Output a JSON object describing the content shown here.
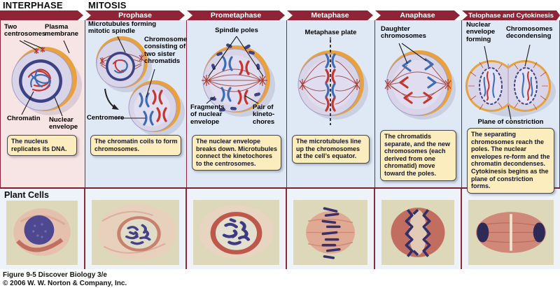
{
  "header": {
    "interphase_label": "INTERPHASE",
    "mitosis_label": "MITOSIS"
  },
  "arrow_phases": [
    {
      "label": "Prophase"
    },
    {
      "label": "Prometaphase"
    },
    {
      "label": "Metaphase"
    },
    {
      "label": "Anaphase"
    },
    {
      "label": "Telophase and Cytokinesis"
    }
  ],
  "columns": [
    {
      "phase": "Interphase",
      "labels": [
        {
          "text": "Two\ncentrosomes"
        },
        {
          "text": "Plasma\nmembrane"
        },
        {
          "text": "Chromatin"
        },
        {
          "text": "Nuclear\nenvelope"
        }
      ],
      "note": "The nucleus replicates its DNA."
    },
    {
      "phase": "Prophase",
      "labels": [
        {
          "text": "Microtubules forming\nmitotic spindle"
        },
        {
          "text": "Chromosome\nconsisting of\ntwo sister\nchromatids"
        },
        {
          "text": "Centromere"
        }
      ],
      "note": "The chromatin coils to form chromosomes."
    },
    {
      "phase": "Prometaphase",
      "labels": [
        {
          "text": "Spindle poles"
        },
        {
          "text": "Fragments\nof nuclear\nenvelope"
        },
        {
          "text": "Pair of\nkineto-\nchores"
        }
      ],
      "note": "The nuclear envelope breaks down. Microtubules connect the kinetochores to the centrosomes."
    },
    {
      "phase": "Metaphase",
      "labels": [
        {
          "text": "Metaphase plate"
        }
      ],
      "note": "The microtubules line up the chromosomes at the cell’s equator."
    },
    {
      "phase": "Anaphase",
      "labels": [
        {
          "text": "Daughter\nchromosomes"
        }
      ],
      "note": "The chromatids separate, and the new chromosomes (each derived from one chromatid) move toward the poles."
    },
    {
      "phase": "Telophase and Cytokinesis",
      "labels": [
        {
          "text": "Nuclear\nenvelope\nforming"
        },
        {
          "text": "Chromosomes\ndecondensing"
        },
        {
          "text": "Plane of constriction"
        }
      ],
      "note": "The separating chromosomes reach the poles. The nuclear envelopes re-form and the chromatin decondenses. Cytokinesis begins as the plane of constriction forms."
    }
  ],
  "plant_row": {
    "label": "Plant Cells"
  },
  "caption": {
    "line1": "Figure 9-5  Discover Biology 3/e",
    "line2": "© 2006 W. W. Norton & Company, Inc."
  },
  "colors": {
    "arrow_maroon": "#8E2436",
    "interphase_bg": "#F7E4E4",
    "mitosis_bg": "#DFE9F5",
    "note_bg": "#FCEDBE",
    "plasma_membrane_orange": "#E8A13C",
    "chromosome_red": "#C43530",
    "chromosome_blue": "#3E6CB4",
    "nuclear_envelope_blue": "#3D4284"
  }
}
